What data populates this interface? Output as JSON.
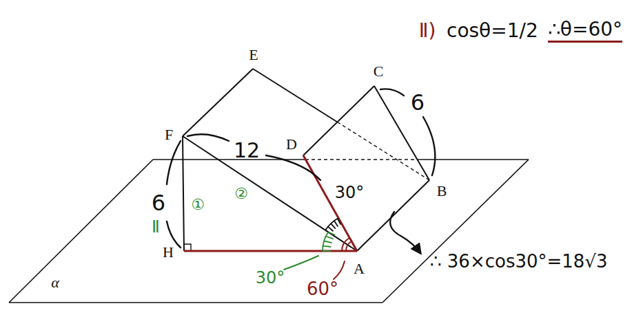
{
  "diagram": {
    "labels": [
      "E",
      "C",
      "F",
      "D",
      "B",
      "H",
      "A",
      "α",
      "Ⅱ)",
      "cosθ=1/2",
      "∴θ=60°",
      "6",
      "12",
      "30°",
      "6",
      "①",
      "②",
      "Ⅱ",
      "30°",
      "60°",
      "∴ 36×cos30°=18√3"
    ]
  }
}
